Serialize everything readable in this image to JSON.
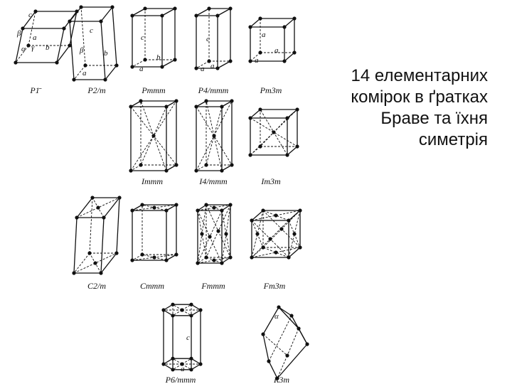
{
  "heading": {
    "lines": [
      "14 елементарних",
      "комірок в ґратках",
      "Браве та їхня",
      "симетрія"
    ]
  },
  "cells": [
    {
      "id": "p-1",
      "caption": "P1̄",
      "labels": [
        "c",
        "β",
        "a",
        "b",
        "α",
        "γ"
      ]
    },
    {
      "id": "p2m",
      "caption": "P2/m",
      "labels": [
        "c",
        "β",
        "b",
        "a"
      ]
    },
    {
      "id": "pmmm",
      "caption": "Pmmm",
      "labels": [
        "c",
        "b",
        "a"
      ]
    },
    {
      "id": "p4mmm",
      "caption": "P4/mmm",
      "labels": [
        "c",
        "a",
        "a"
      ]
    },
    {
      "id": "pm3m",
      "caption": "Pm3m",
      "labels": [
        "a",
        "a",
        "a"
      ]
    },
    {
      "id": "immm",
      "caption": "Immm",
      "labels": []
    },
    {
      "id": "i4mmm",
      "caption": "I4/mmm",
      "labels": []
    },
    {
      "id": "im3m",
      "caption": "Im3m",
      "labels": []
    },
    {
      "id": "c2m",
      "caption": "C2/m",
      "labels": []
    },
    {
      "id": "cmmm",
      "caption": "Cmmm",
      "labels": []
    },
    {
      "id": "fmmm",
      "caption": "Fmmm",
      "labels": []
    },
    {
      "id": "fm3m",
      "caption": "Fm3m",
      "labels": []
    },
    {
      "id": "p6mmm",
      "caption": "P6/mmm",
      "labels": [
        "c",
        "a"
      ]
    },
    {
      "id": "r3m",
      "caption": "R3m",
      "labels": [
        "α"
      ]
    }
  ]
}
